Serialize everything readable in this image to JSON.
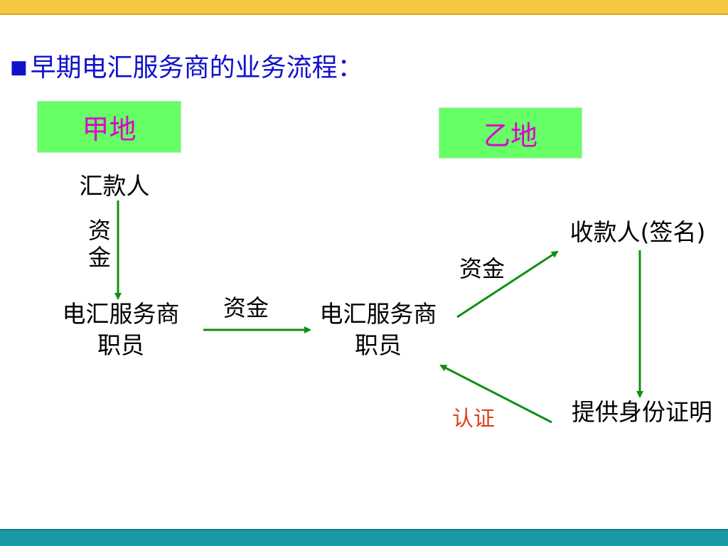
{
  "title": {
    "bullet": "■",
    "text": "早期电汇服务商的业务流程："
  },
  "locations": {
    "a": "甲地",
    "b": "乙地"
  },
  "nodes": {
    "remitter": "汇款人",
    "agent_a": "电汇服务商\n职员",
    "agent_b": "电汇服务商\n职员",
    "payee": "收款人(签名)",
    "id_proof": "提供身份证明"
  },
  "edge_labels": {
    "remitter_to_agent_a": "资金",
    "agent_a_to_agent_b": "资金",
    "agent_b_to_payee": "资金",
    "id_proof_to_agent_b": "认证"
  },
  "colors": {
    "title": "#1111cc",
    "location_bg": "#66ff66",
    "location_text": "#dd00cc",
    "arrow": "#109010",
    "verify_label": "#e0401a",
    "top_bar": "#f5c842",
    "bottom_bar": "#1a9aa6"
  }
}
